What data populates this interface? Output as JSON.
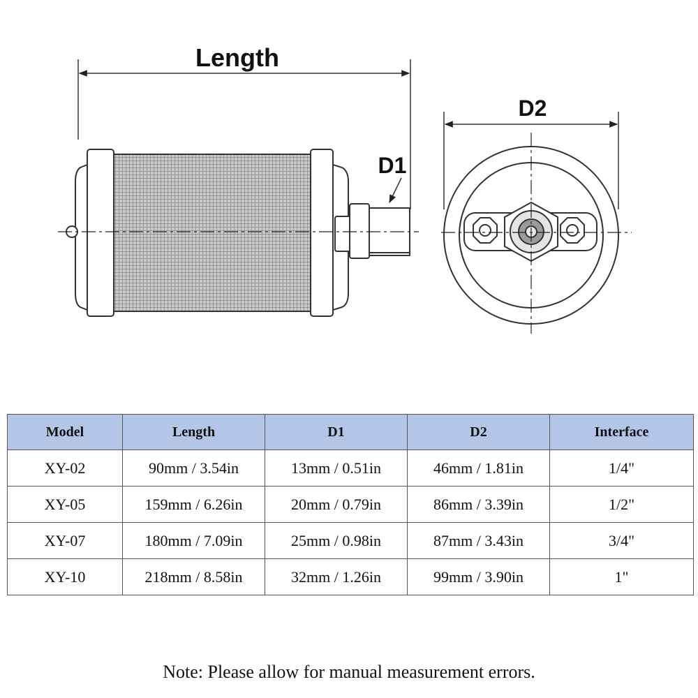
{
  "diagram": {
    "length_label": "Length",
    "d1_label": "D1",
    "d2_label": "D2"
  },
  "table": {
    "headers": [
      "Model",
      "Length",
      "D1",
      "D2",
      "Interface"
    ],
    "rows": [
      [
        "XY-02",
        "90mm / 3.54in",
        "13mm / 0.51in",
        "46mm / 1.81in",
        "1/4\""
      ],
      [
        "XY-05",
        "159mm / 6.26in",
        "20mm / 0.79in",
        "86mm / 3.39in",
        "1/2\""
      ],
      [
        "XY-07",
        "180mm / 7.09in",
        "25mm / 0.98in",
        "87mm / 3.43in",
        "3/4\""
      ],
      [
        "XY-10",
        "218mm / 8.58in",
        "32mm / 1.26in",
        "99mm / 3.90in",
        "1\""
      ]
    ]
  },
  "note": "Note: Please allow for manual measurement errors."
}
